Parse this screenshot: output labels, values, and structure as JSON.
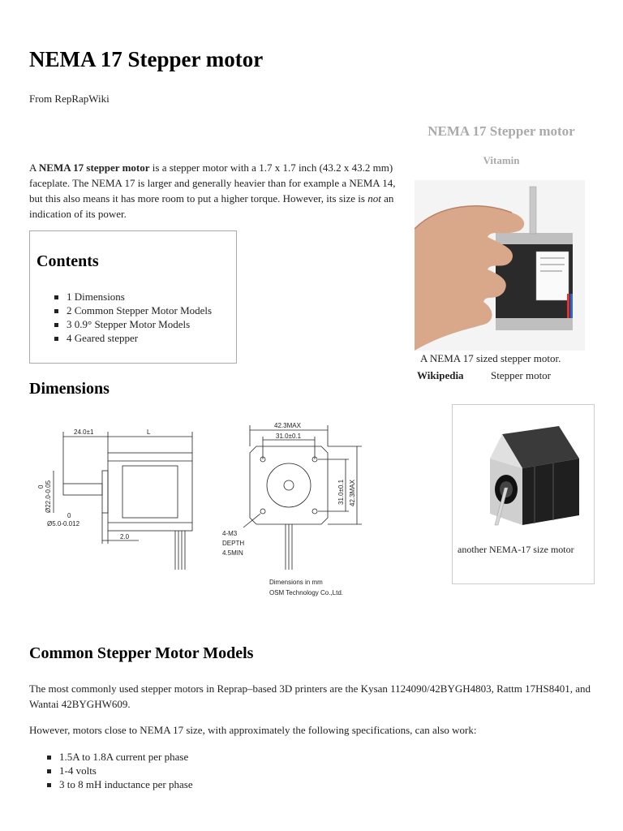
{
  "title": "NEMA 17 Stepper motor",
  "from_line": "From RepRapWiki",
  "intro": {
    "pre": "A ",
    "bold": "NEMA 17 stepper motor",
    "mid": " is a stepper motor with a 1.7 x 1.7 inch (43.2 x 43.2 mm) faceplate. The NEMA 17 is larger and generally heavier than for example a NEMA 14, but this also means it has more room to put a higher torque. However, its size is ",
    "em": "not",
    "post": " an indication of its power."
  },
  "toc": {
    "heading": "Contents",
    "items": [
      "1 Dimensions",
      "2 Common Stepper Motor Models",
      "3 0.9° Stepper Motor Models",
      "4 Geared stepper"
    ]
  },
  "infobox": {
    "title": "NEMA 17 Stepper motor",
    "subtitle": "Vitamin",
    "caption": "A NEMA 17 sized stepper motor.",
    "row_key": "Wikipedia",
    "row_value": "Stepper motor"
  },
  "thumb": {
    "caption": "another NEMA-17 size motor"
  },
  "sections": {
    "dimensions": "Dimensions",
    "common": "Common Stepper Motor Models"
  },
  "drawing": {
    "dim_24": "24.0±1",
    "dim_L": "L",
    "dim_22": "Ø22.0-0.05",
    "dim_22_zero": "0",
    "dim_5_zero": "0",
    "dim_5": "Ø5.0-0.012",
    "dim_2": "2.0",
    "dim_42max_top": "42.3MAX",
    "dim_31_top": "31.0±0.1",
    "dim_31_side": "31.0±0.1",
    "dim_42max_side": "42.3MAX",
    "m3_a": "4-M3",
    "m3_b": "DEPTH",
    "m3_c": "4.5MIN",
    "note_a": "Dimensions in mm",
    "note_b": "OSM Technology Co.,Ltd."
  },
  "common": {
    "p1": "The most commonly used stepper motors in Reprap–based 3D printers are the Kysan 1124090/42BYGH4803, Rattm 17HS8401, and Wantai 42BYGHW609.",
    "p2": "However, motors close to NEMA 17 size, with approximately the following specifications, can also work:",
    "specs": [
      "1.5A to 1.8A current per phase",
      "1-4 volts",
      "3 to 8 mH inductance per phase"
    ]
  }
}
